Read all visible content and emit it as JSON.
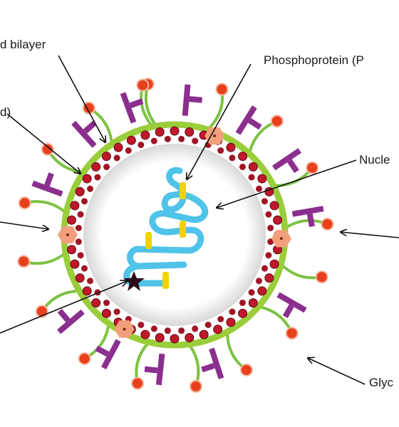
{
  "labels": {
    "lipid_bilayer": "d bilayer",
    "phosphoprotein": "Phosphoprotein (P",
    "left_paren": "d)",
    "nucleo": "Nucle",
    "glyco": "Glyc"
  },
  "colors": {
    "envelope": "#9acd3a",
    "lipid_head": "#c0182b",
    "glycoprotein_stalk": "#7cc242",
    "glycoprotein_head": "#e8401c",
    "matrix_protein": "#8b2f8f",
    "polymerase_hex": "#f2a07b",
    "nucleocapsid": "#4fc3e8",
    "phosphoprotein": "#f2d300",
    "star": "#2a0a1a"
  },
  "icons": {
    "polymerase": "hexagon-icon",
    "rna_end": "star-icon"
  }
}
